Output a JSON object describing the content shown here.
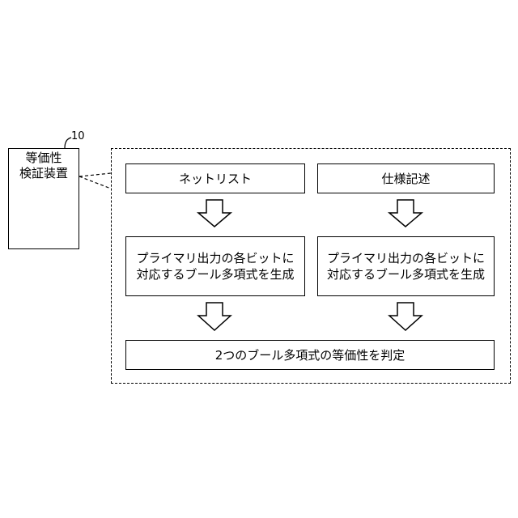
{
  "device": {
    "label": "等価性\n検証装置",
    "ref": "10"
  },
  "flow": {
    "netlist": "ネットリスト",
    "spec": "仕様記述",
    "generate_left": "プライマリ出力の各ビットに\n対応するブール多項式を生成",
    "generate_right": "プライマリ出力の各ビットに\n対応するブール多項式を生成",
    "judge": "2つのブール多項式の等価性を判定"
  }
}
